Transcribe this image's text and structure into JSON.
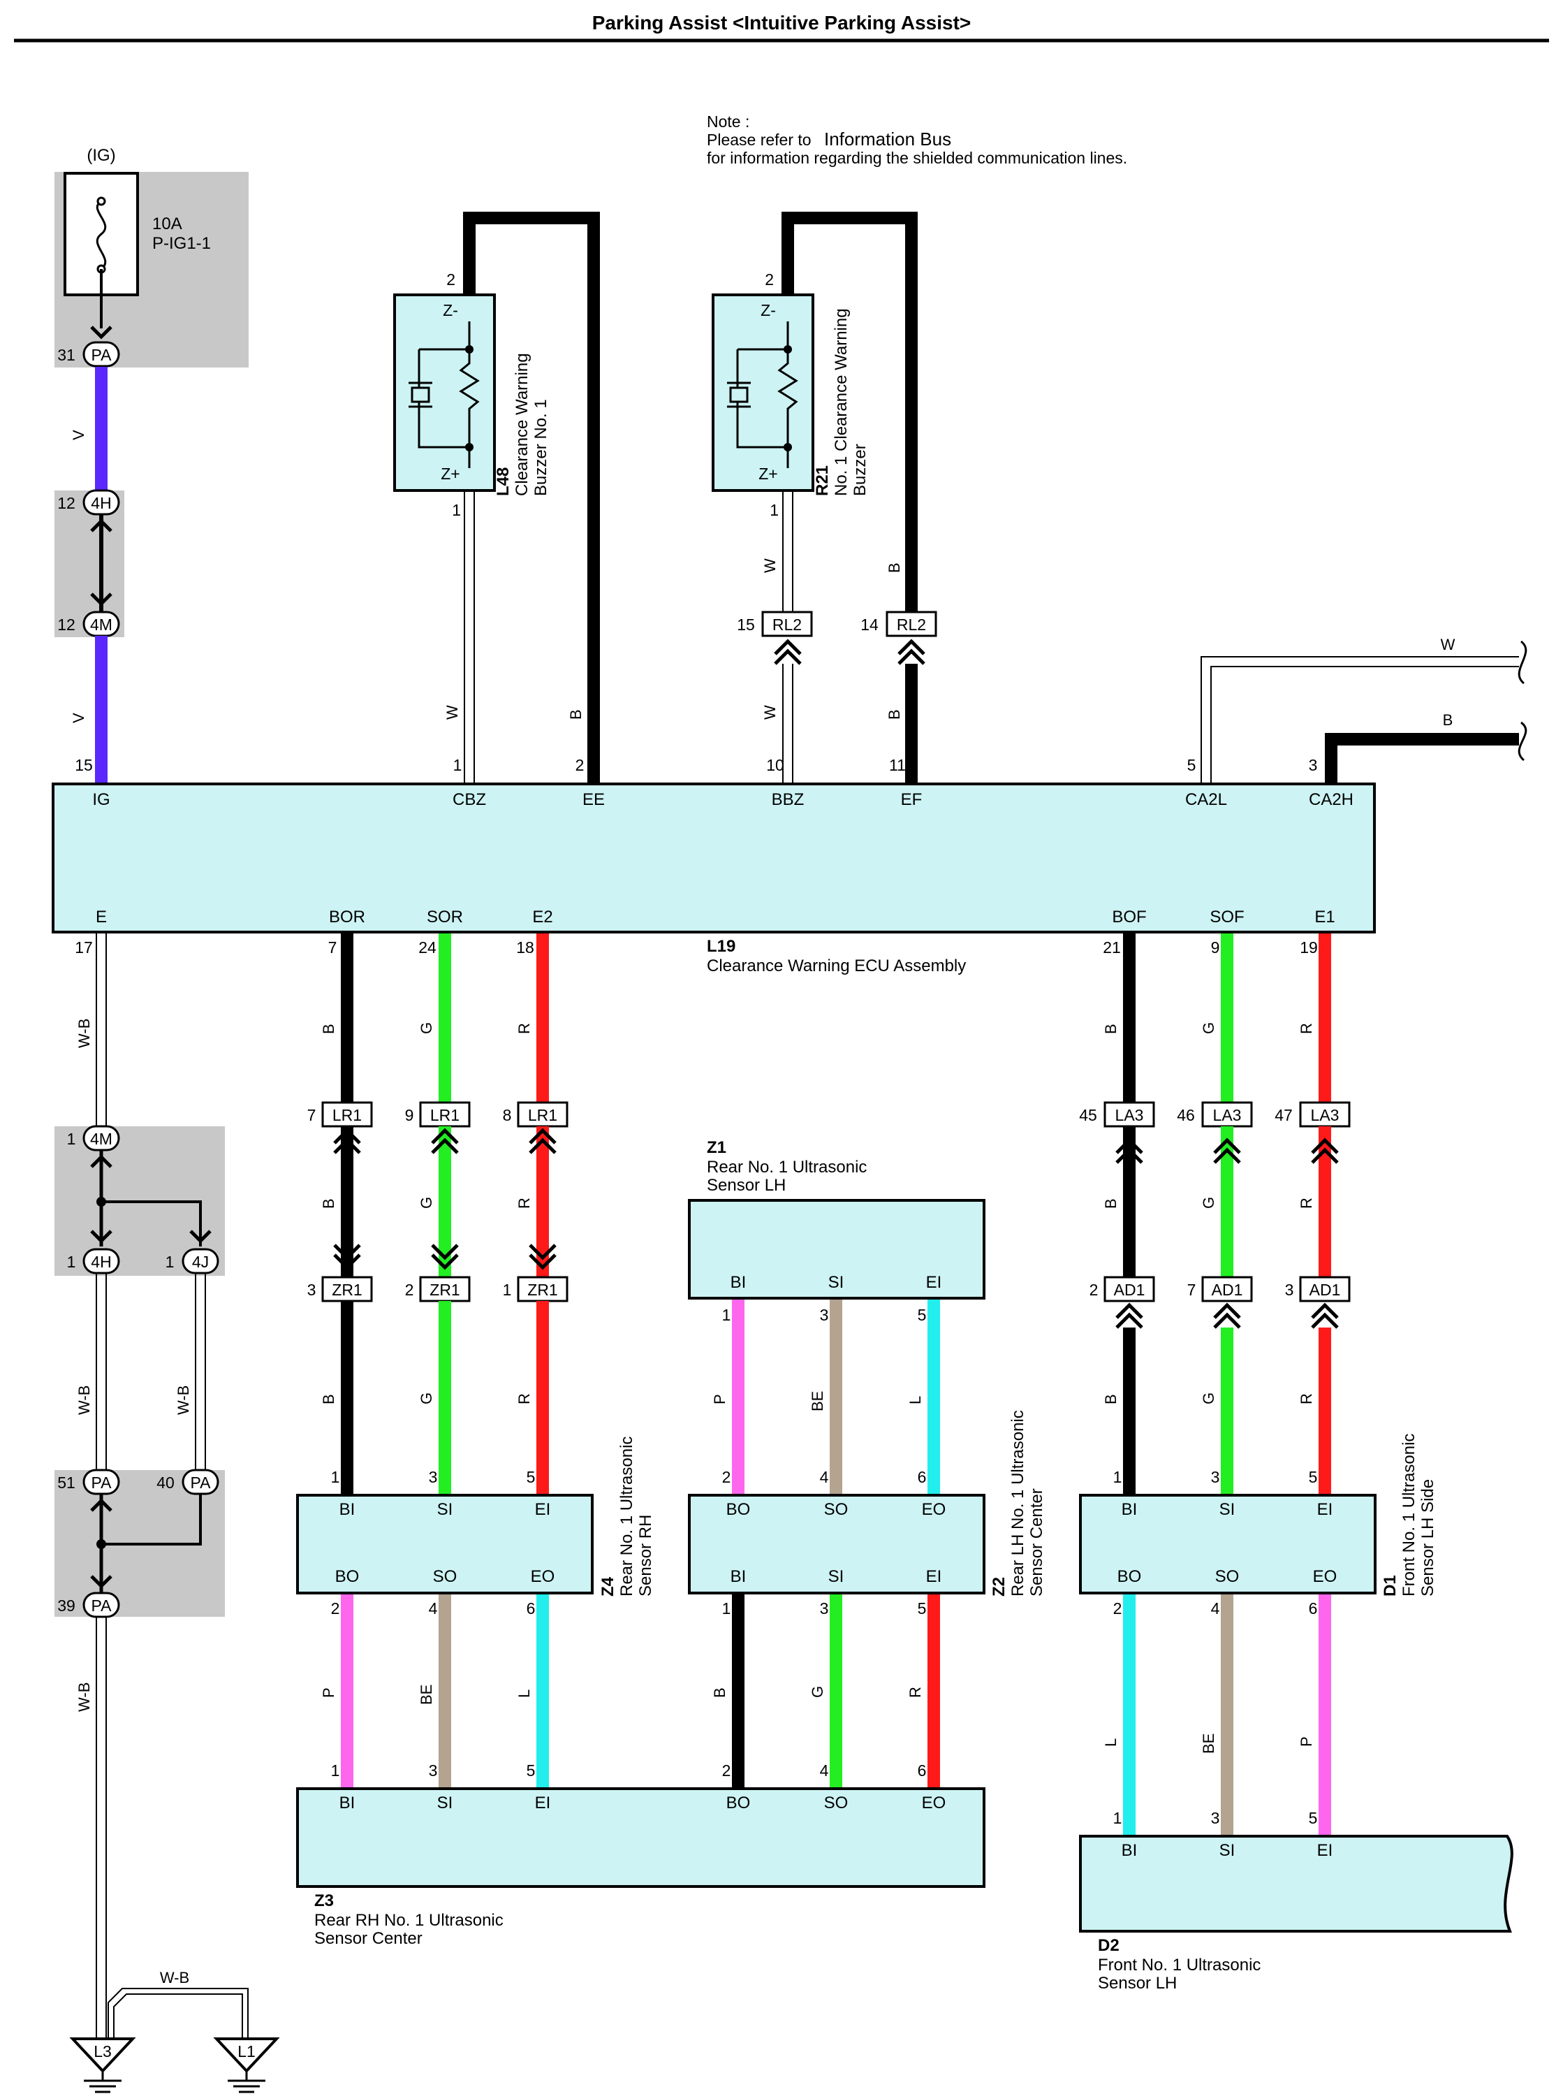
{
  "title": "Parking Assist <Intuitive Parking Assist>",
  "note": {
    "line1": "Note :",
    "line2a": "Please refer to",
    "line2b": "Information Bus",
    "line3": "for information regarding the shielded communication lines."
  },
  "ig_label": "(IG)",
  "fuse": {
    "amp": "10A",
    "name": "P-IG1-1"
  },
  "colors": {
    "V": "#5b27ff",
    "B": "#000000",
    "G": "#22ee22",
    "R": "#ff1a1a",
    "P": "#ff66ee",
    "BE": "#b3a38f",
    "L": "#22eeee",
    "W": "#ffffff",
    "component_fill": "#cdf3f4",
    "connector_group": "#c8c8c8"
  },
  "components": {
    "L48": {
      "code": "L48",
      "name1": "Clearance Warning",
      "name2": "Buzzer No. 1",
      "pin_top": "2",
      "pin_bottom": "1",
      "term_top": "Z-",
      "term_bottom": "Z+"
    },
    "R21": {
      "code": "R21",
      "name1": "No. 1 Clearance Warning",
      "name2": "Buzzer",
      "pin_top": "2",
      "pin_bottom": "1",
      "term_top": "Z-",
      "term_bottom": "Z+"
    },
    "L19": {
      "code": "L19",
      "name": "Clearance Warning ECU Assembly",
      "top_terms": [
        "IG",
        "CBZ",
        "EE",
        "BBZ",
        "EF",
        "CA2L",
        "CA2H"
      ],
      "top_pins": [
        "15",
        "1",
        "2",
        "10",
        "11",
        "5",
        "3"
      ],
      "bottom_terms": [
        "E",
        "BOR",
        "SOR",
        "E2",
        "BOF",
        "SOF",
        "E1"
      ],
      "bottom_pins": [
        "17",
        "7",
        "24",
        "18",
        "21",
        "9",
        "19"
      ]
    },
    "Z1": {
      "code": "Z1",
      "name1": "Rear No. 1 Ultrasonic",
      "name2": "Sensor LH",
      "terms": [
        "BI",
        "SI",
        "EI"
      ],
      "pins": [
        "1",
        "3",
        "5"
      ]
    },
    "Z4": {
      "code": "Z4",
      "name1": "Rear No. 1 Ultrasonic",
      "name2": "Sensor RH",
      "top_terms": [
        "BI",
        "SI",
        "EI"
      ],
      "bottom_terms": [
        "BO",
        "SO",
        "EO"
      ],
      "top_pins": [
        "1",
        "3",
        "5"
      ],
      "bottom_pins": [
        "2",
        "4",
        "6"
      ]
    },
    "Z2": {
      "code": "Z2",
      "name1": "Rear LH No. 1 Ultrasonic",
      "name2": "Sensor Center",
      "top_terms": [
        "BO",
        "SO",
        "EO"
      ],
      "bottom_terms": [
        "BI",
        "SI",
        "EI"
      ],
      "top_pins": [
        "2",
        "4",
        "6"
      ],
      "bottom_pins": [
        "1",
        "3",
        "5"
      ]
    },
    "D1": {
      "code": "D1",
      "name1": "Front No. 1 Ultrasonic",
      "name2": "Sensor LH Side",
      "top_terms": [
        "BI",
        "SI",
        "EI"
      ],
      "bottom_terms": [
        "BO",
        "SO",
        "EO"
      ],
      "top_pins": [
        "1",
        "3",
        "5"
      ],
      "bottom_pins": [
        "2",
        "4",
        "6"
      ]
    },
    "Z3": {
      "code": "Z3",
      "name1": "Rear RH No. 1 Ultrasonic",
      "name2": "Sensor Center",
      "terms": [
        "BI",
        "SI",
        "EI",
        "BO",
        "SO",
        "EO"
      ],
      "pins": [
        "1",
        "3",
        "5",
        "2",
        "4",
        "6"
      ]
    },
    "D2": {
      "code": "D2",
      "name1": "Front No. 1 Ultrasonic",
      "name2": "Sensor LH",
      "terms": [
        "BI",
        "SI",
        "EI"
      ],
      "pins": [
        "1",
        "3",
        "5"
      ]
    }
  },
  "connectors": {
    "PA_31": {
      "id": "PA",
      "pin": "31"
    },
    "4H_12": {
      "id": "4H",
      "pin": "12"
    },
    "4M_12": {
      "id": "4M",
      "pin": "12"
    },
    "RL2_15": {
      "id": "RL2",
      "pin": "15"
    },
    "RL2_14": {
      "id": "RL2",
      "pin": "14"
    },
    "4M_1": {
      "id": "4M",
      "pin": "1"
    },
    "4H_1": {
      "id": "4H",
      "pin": "1"
    },
    "4J_1": {
      "id": "4J",
      "pin": "1"
    },
    "PA_51": {
      "id": "PA",
      "pin": "51"
    },
    "PA_40": {
      "id": "PA",
      "pin": "40"
    },
    "PA_39": {
      "id": "PA",
      "pin": "39"
    },
    "LR1": {
      "id": "LR1",
      "pins": [
        "7",
        "9",
        "8"
      ]
    },
    "ZR1": {
      "id": "ZR1",
      "pins": [
        "3",
        "2",
        "1"
      ]
    },
    "LA3": {
      "id": "LA3",
      "pins": [
        "45",
        "46",
        "47"
      ]
    },
    "AD1": {
      "id": "AD1",
      "pins": [
        "2",
        "7",
        "3"
      ]
    }
  },
  "grounds": [
    "L3",
    "L1"
  ],
  "wire_labels": {
    "V": "V",
    "B": "B",
    "W": "W",
    "G": "G",
    "R": "R",
    "P": "P",
    "BE": "BE",
    "L": "L",
    "WB": "W-B"
  }
}
